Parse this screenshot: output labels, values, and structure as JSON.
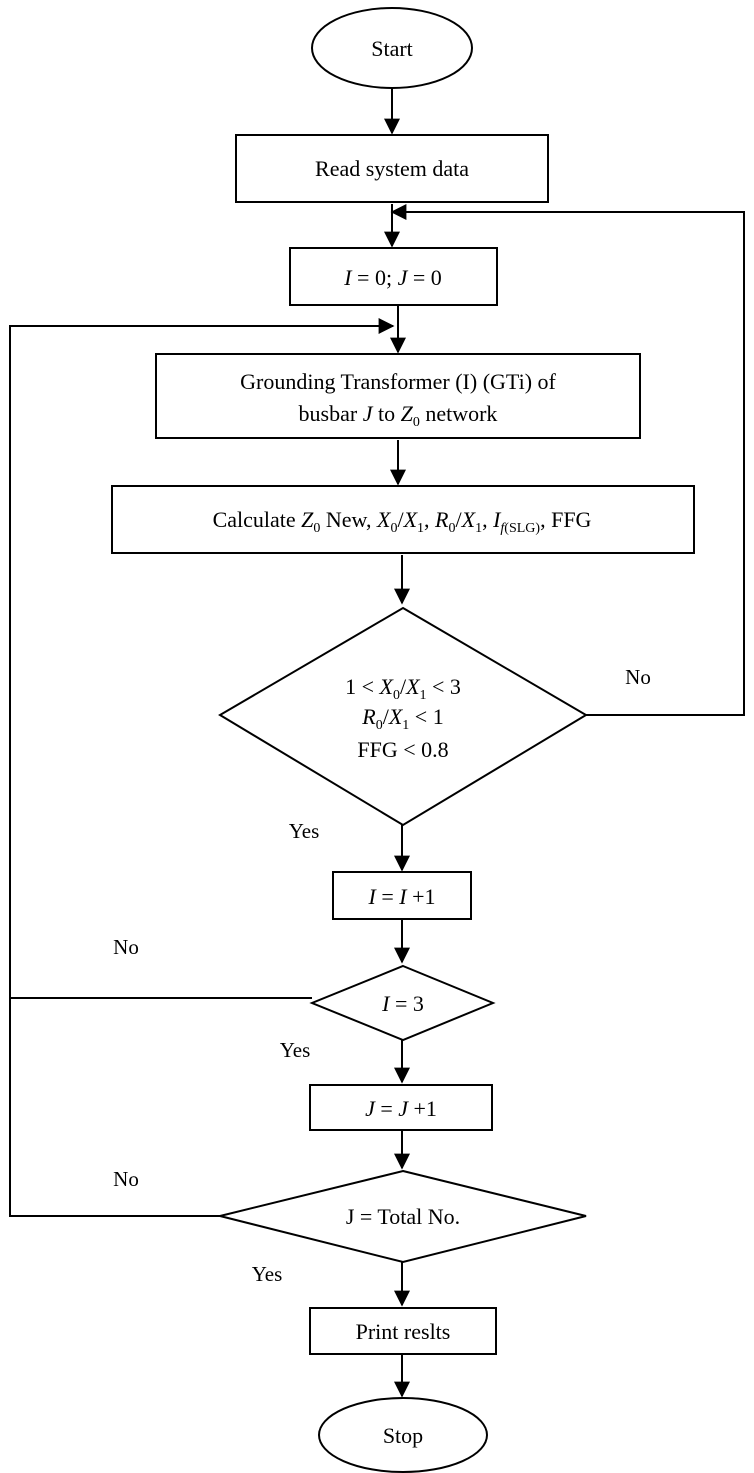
{
  "start": {
    "label": "Start"
  },
  "read_data": {
    "label": "Read system data"
  },
  "init": {
    "I": "I",
    "eq1": " = 0; ",
    "J": "J",
    "eq2": " = 0"
  },
  "grounding": {
    "line1": "Grounding Transformer (I) (GTi) of",
    "line2_a": "busbar ",
    "line2_J": "J",
    "line2_b": " to ",
    "line2_Z": "Z",
    "line2_Zsub": "0",
    "line2_c": " network"
  },
  "calculate": {
    "a": "Calculate ",
    "Z": "Z",
    "Zsub": "0",
    "b": " New, ",
    "X0": "X",
    "X0sub": "0",
    "slash1": "/",
    "X1a": "X",
    "X1asub": "1",
    "comma1": ", ",
    "R0": "R",
    "R0sub": "0",
    "slash2": "/",
    "X1b": "X",
    "X1bsub": "1",
    "comma2": ", ",
    "If": "I",
    "Ifsub_f": "f",
    "Ifsub_rest": "(SLG)",
    "c": ", FFG"
  },
  "decision1": {
    "cond1_a": "1 < ",
    "cond1_X0": "X",
    "cond1_X0sub": "0",
    "cond1_slash": "/",
    "cond1_X1": "X",
    "cond1_X1sub": "1",
    "cond1_b": " < 3",
    "cond2_R0": "R",
    "cond2_R0sub": "0",
    "cond2_slash": "/",
    "cond2_X1": "X",
    "cond2_X1sub": "1",
    "cond2_b": " < 1",
    "cond3": "FFG < 0.8",
    "no_label": "No",
    "yes_label": "Yes"
  },
  "increment_i": {
    "I1": "I",
    "eq": " = ",
    "I2": "I",
    "plus": " +1"
  },
  "decision2": {
    "I": "I",
    "eq": " = 3",
    "no_label": "No",
    "yes_label": "Yes"
  },
  "increment_j": {
    "J1": "J",
    "eq": " = ",
    "J2": "J",
    "plus": " +1"
  },
  "decision3": {
    "label": "J = Total No.",
    "no_label": "No",
    "yes_label": "Yes"
  },
  "print": {
    "label": "Print reslts"
  },
  "stop": {
    "label": "Stop"
  }
}
